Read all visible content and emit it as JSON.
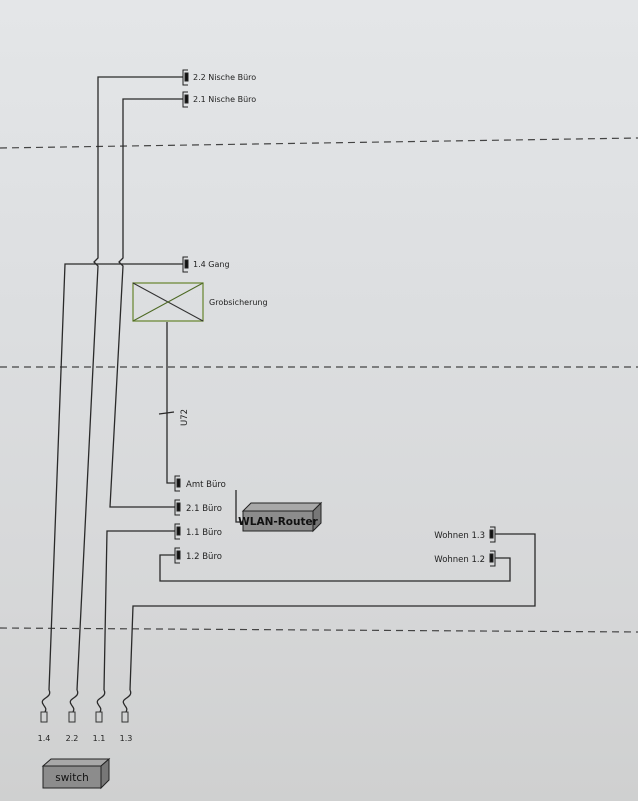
{
  "diagram": {
    "type": "network-wiring-plan",
    "outlets_top": [
      {
        "id": "2.2",
        "label": "2.2 Nische Büro"
      },
      {
        "id": "2.1n",
        "label": "2.1 Nische Büro"
      }
    ],
    "outlet_gang": {
      "label": "1.4 Gang"
    },
    "fuse_box": {
      "label": "Grobsicherung"
    },
    "cable_label": "U72",
    "outlets_buero": [
      {
        "label": "Amt Büro"
      },
      {
        "label": "2.1 Büro"
      },
      {
        "label": "1.1 Büro"
      },
      {
        "label": "1.2 Büro"
      }
    ],
    "outlets_wohnen": [
      {
        "label": "Wohnen 1.3"
      },
      {
        "label": "Wohnen 1.2"
      }
    ],
    "router": {
      "label": "WLAN-Router"
    },
    "switch": {
      "label": "switch"
    },
    "switch_ports": [
      "1.4",
      "2.2",
      "1.1",
      "1.3"
    ],
    "colors": {
      "line": "#2a2a2a",
      "device_fill": "#8c8c8c",
      "fuse_border": "#6f8a3a"
    }
  }
}
